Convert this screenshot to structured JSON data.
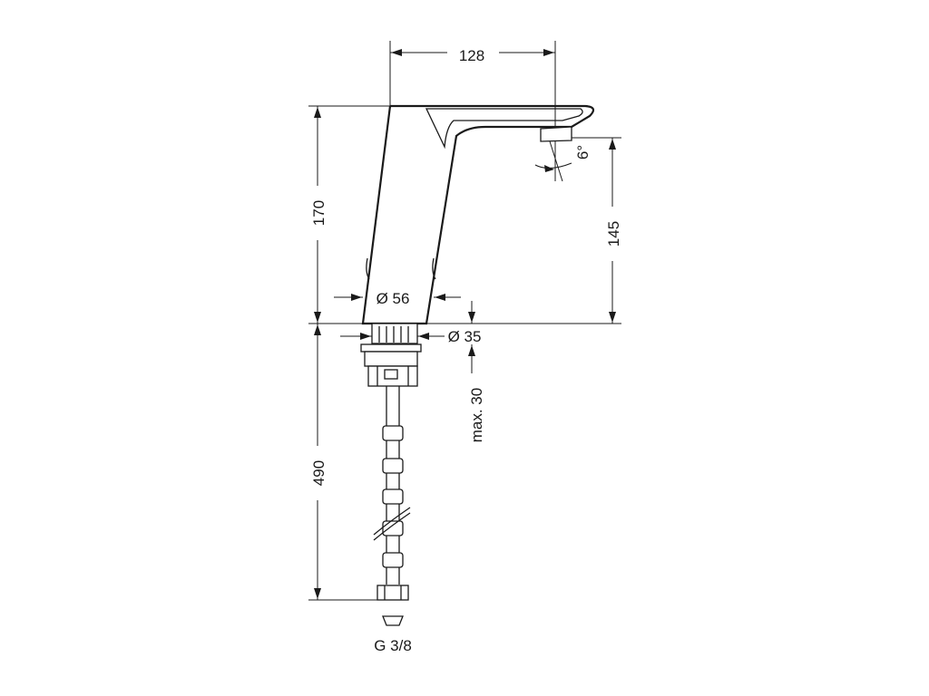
{
  "dimensions": {
    "spout_reach": "128",
    "height_total": "170",
    "outlet_height": "145",
    "body_diameter": "Ø 56",
    "hole_diameter": "Ø 35",
    "max_thickness": "max. 30",
    "hose_length": "490",
    "spray_angle": "6°",
    "connection_thread": "G 3/8"
  }
}
